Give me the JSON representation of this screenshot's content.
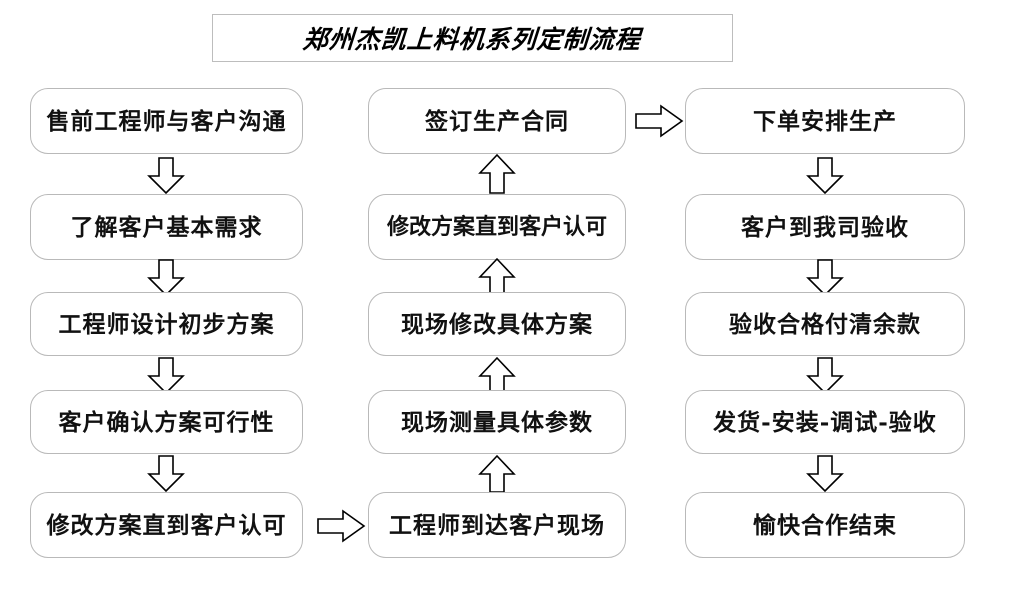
{
  "title": {
    "text": "郑州杰凯上料机系列定制流程"
  },
  "columns": {
    "left": {
      "name": "pre-sales-column",
      "nodes": [
        {
          "id": "n1",
          "label": "售前工程师与客户沟通"
        },
        {
          "id": "n2",
          "label": "了解客户基本需求"
        },
        {
          "id": "n3",
          "label": "工程师设计初步方案"
        },
        {
          "id": "n4",
          "label": "客户确认方案可行性"
        },
        {
          "id": "n5",
          "label": "修改方案直到客户认可"
        }
      ]
    },
    "middle": {
      "name": "on-site-column",
      "nodes": [
        {
          "id": "m1",
          "label": "签订生产合同"
        },
        {
          "id": "m2",
          "label": "修改方案直到客户认可"
        },
        {
          "id": "m3",
          "label": "现场修改具体方案"
        },
        {
          "id": "m4",
          "label": "现场测量具体参数"
        },
        {
          "id": "m5",
          "label": "工程师到达客户现场"
        }
      ]
    },
    "right": {
      "name": "production-column",
      "nodes": [
        {
          "id": "r1",
          "label": "下单安排生产"
        },
        {
          "id": "r2",
          "label": "客户到我司验收"
        },
        {
          "id": "r3",
          "label": "验收合格付清余款"
        },
        {
          "id": "r4",
          "label": "发货-安装-调试-验收"
        },
        {
          "id": "r5",
          "label": "愉快合作结束"
        }
      ]
    }
  },
  "arrows": {
    "left_down": [
      "arrow-down-1",
      "arrow-down-2",
      "arrow-down-3",
      "arrow-down-4"
    ],
    "middle_up": [
      "arrow-up-1",
      "arrow-up-2",
      "arrow-up-3",
      "arrow-up-4"
    ],
    "right_down": [
      "arrow-down-5",
      "arrow-down-6",
      "arrow-down-7",
      "arrow-down-8"
    ],
    "horizontal": [
      "arrow-right-left-to-middle",
      "arrow-right-middle-to-right"
    ]
  },
  "colors": {
    "border": "#b9b9b9",
    "title_border": "#bdbdbd",
    "text": "#111111",
    "arrow_stroke": "#000000",
    "background": "#ffffff"
  }
}
